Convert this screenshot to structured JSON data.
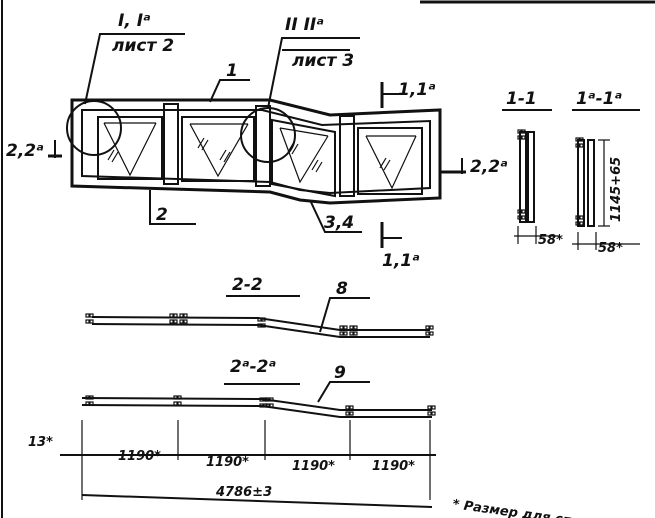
{
  "callouts": {
    "sheet2_ref": "I, Iᵃ",
    "sheet2_label": "лист 2",
    "sheet3_ref": "II  IIᵃ",
    "sheet3_label": "лист 3"
  },
  "markers": {
    "m1": "1",
    "m2": "2",
    "m34": "3,4",
    "m8": "8",
    "m9": "9"
  },
  "sections": {
    "cut_11a_top": "1,1ᵃ",
    "cut_11a_bottom": "1,1ᵃ",
    "cut_22a_left": "2,2ᵃ",
    "cut_22a_right": "2,2ᵃ",
    "view_11": "1-1",
    "view_1a1a": "1ᵃ-1ᵃ",
    "view_22": "2-2",
    "view_2a2a": "2ᵃ-2ᵃ"
  },
  "dimensions": {
    "d13": "13*",
    "d1190_1": "1190*",
    "d1190_2": "1190*",
    "d1190_3": "1190*",
    "d1190_4": "1190*",
    "total": "4786±3",
    "section_w1": "58*",
    "section_w2": "58*",
    "section_h": "1145+65"
  },
  "footnote": "* Размер для сп"
}
